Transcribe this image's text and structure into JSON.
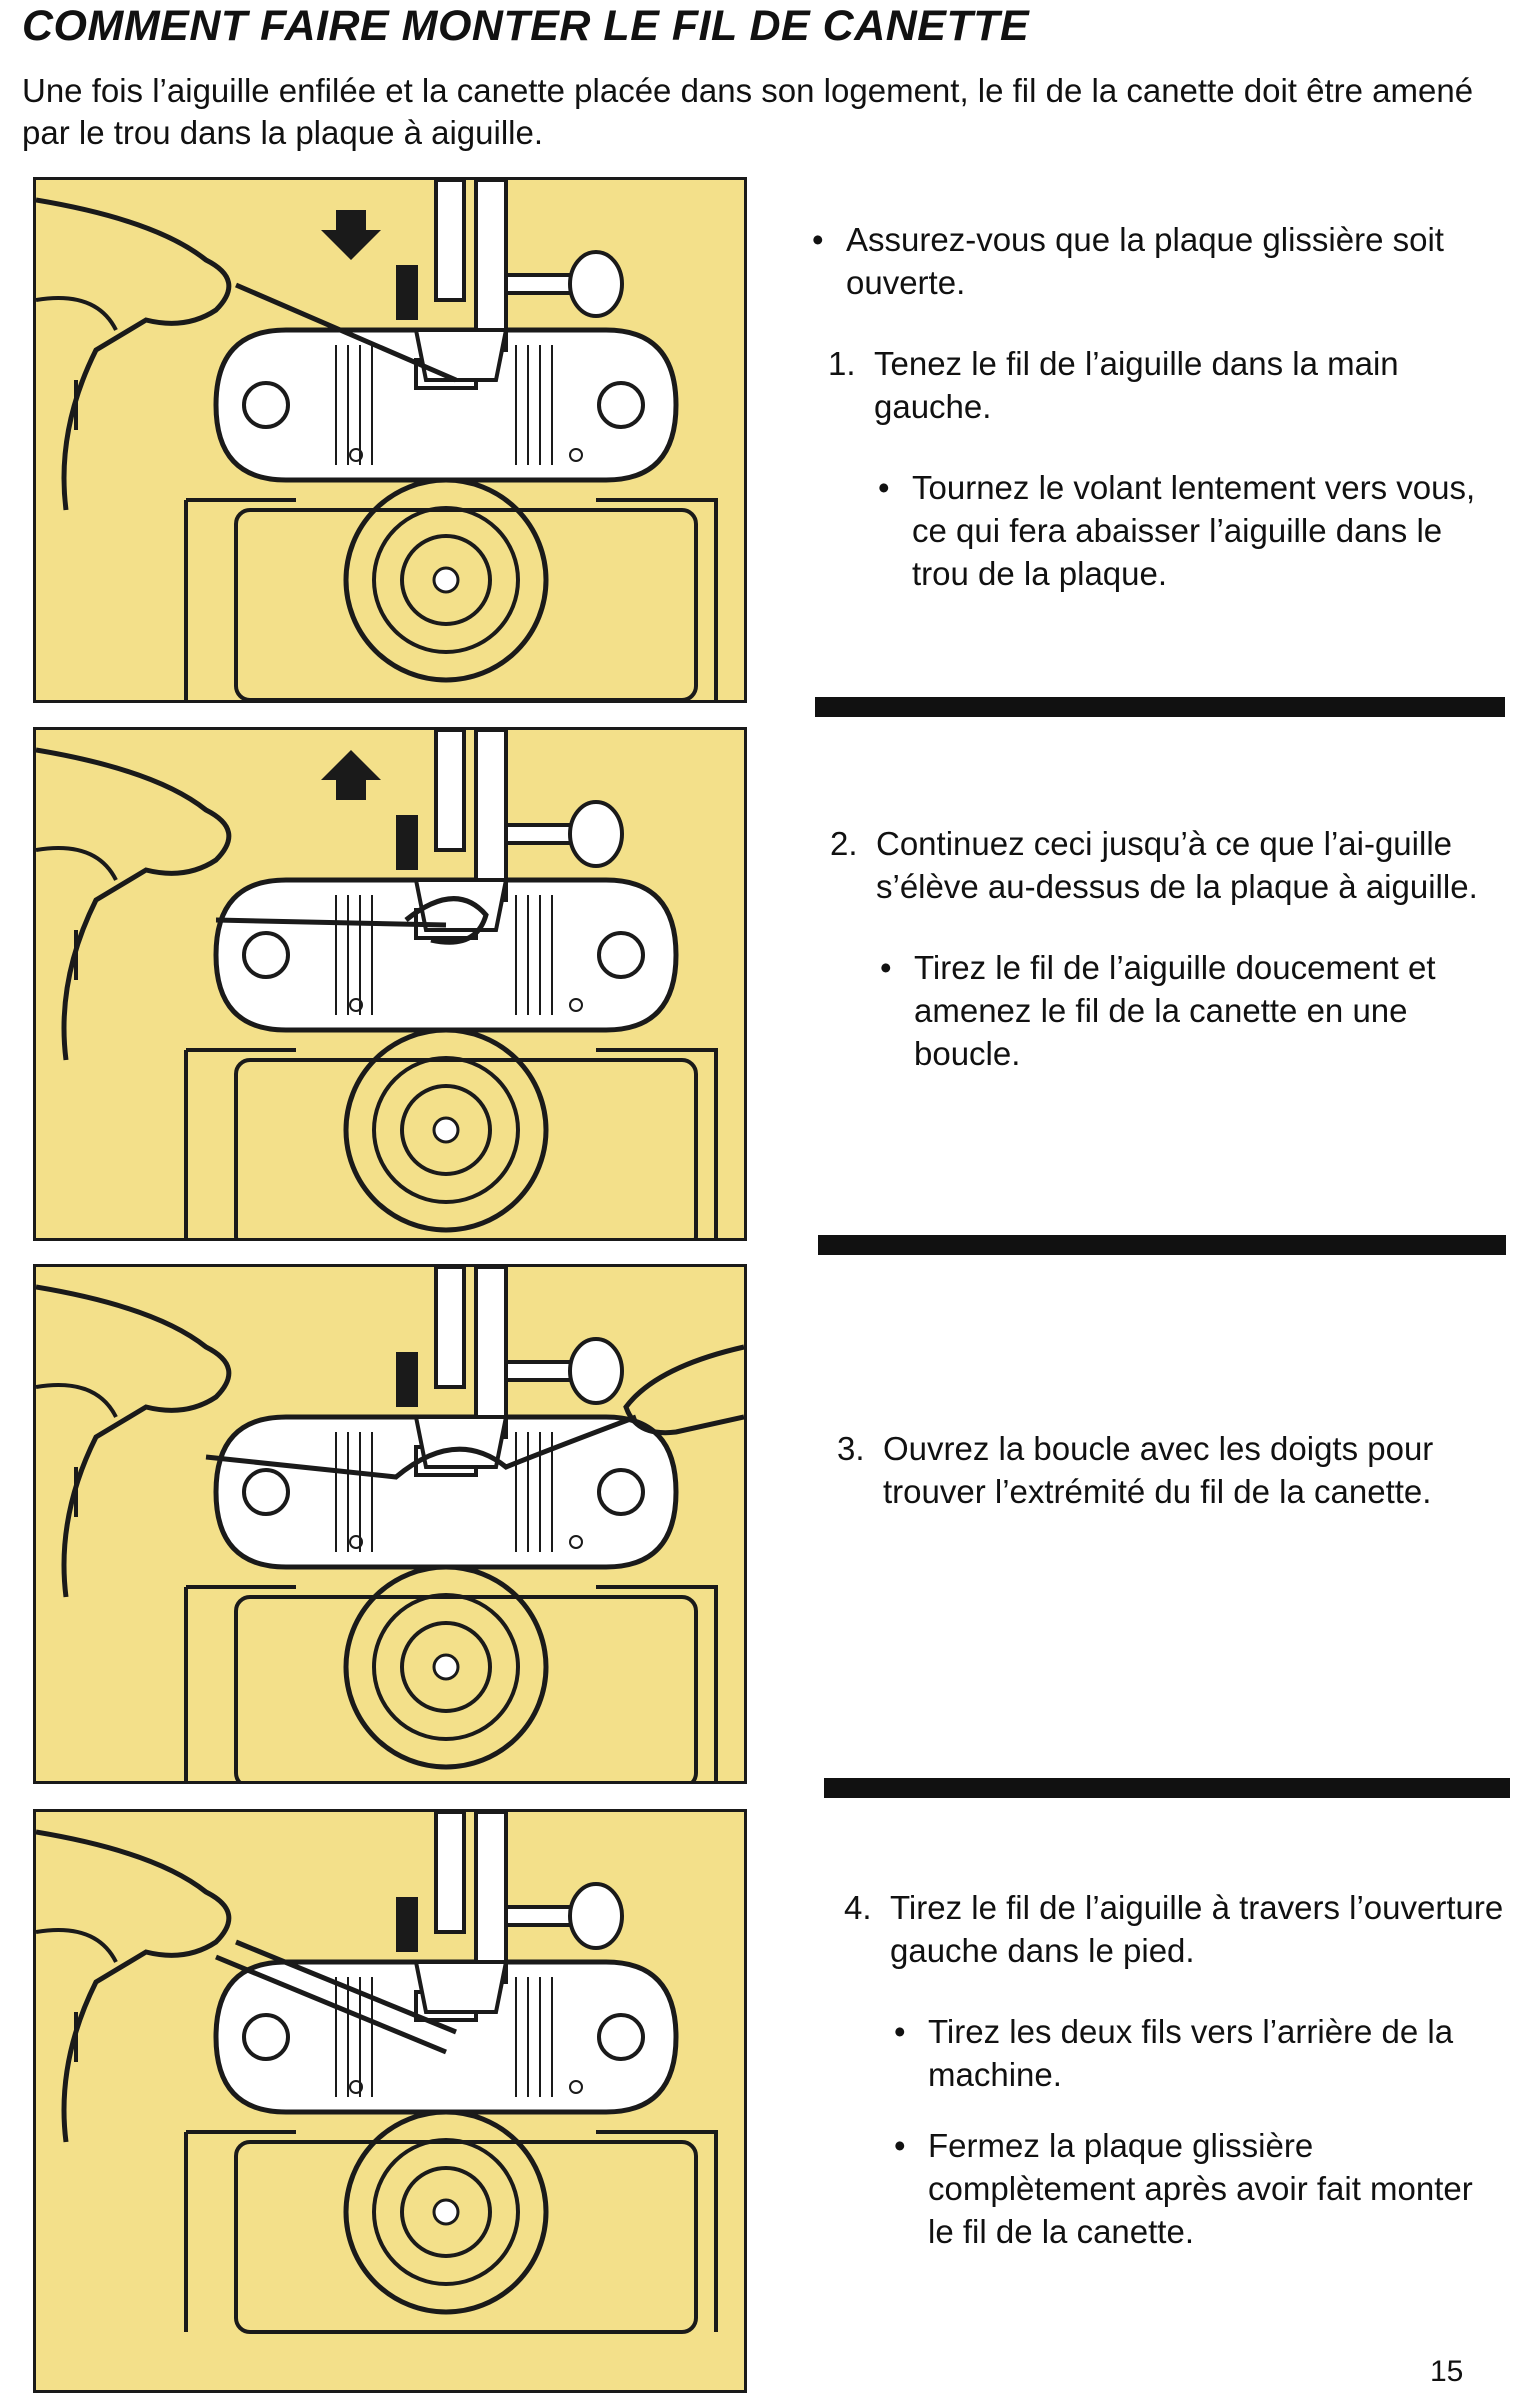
{
  "page": {
    "title": "COMMENT FAIRE MONTER LE FIL DE CANETTE",
    "intro": "Une fois l’aiguille enfilée et la canette placée dans son logement, le fil de la canette doit être amené par le trou dans la plaque à aiguille.",
    "page_number": "15"
  },
  "steps": [
    {
      "pre_bullet": "Assurez-vous que la plaque glissière soit ouverte.",
      "number": "1.",
      "text": "Tenez le fil de l’aiguille dans la main gauche.",
      "bullets": [
        "Tournez le volant lentement vers vous, ce qui fera abaisser l’aiguille dans le trou de la plaque."
      ],
      "arrow": "down-arrow-icon"
    },
    {
      "number": "2.",
      "text": "Continuez ceci jusqu’à ce que l’ai-guille s’élève au-dessus de la plaque à aiguille.",
      "bullets": [
        "Tirez le fil de l’aiguille doucement et amenez le fil de la canette en une boucle."
      ],
      "arrow": "up-arrow-icon"
    },
    {
      "number": "3.",
      "text": "Ouvrez la boucle avec les doigts pour trouver l’extrémité du fil de la canette.",
      "bullets": []
    },
    {
      "number": "4.",
      "text": "Tirez le fil de l’aiguille à travers l’ouverture gauche dans le pied.",
      "bullets": [
        "Tirez les deux fils vers l’arrière de la machine.",
        "Fermez la plaque glissière complètement après avoir fait monter le fil de la canette."
      ]
    }
  ],
  "colors": {
    "panel_background": "#f3e08a",
    "ink": "#111111"
  }
}
